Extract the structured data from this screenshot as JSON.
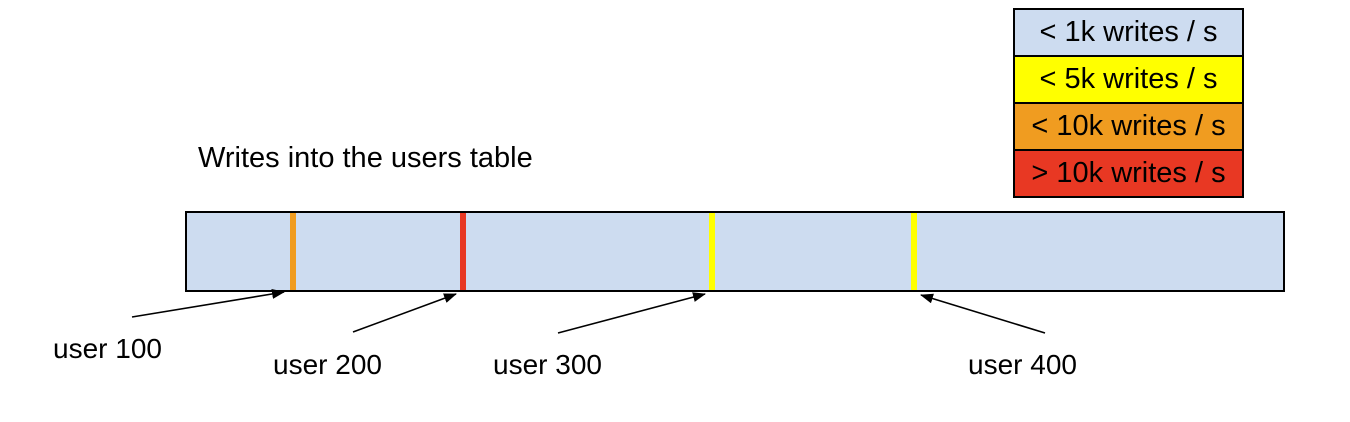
{
  "title": "Writes into the users table",
  "colors": {
    "background": "#FFFFFF",
    "outline": "#000000",
    "bar_fill": "#CDDCF0",
    "lt_1k": "#CDDCF0",
    "lt_5k": "#FFFF00",
    "lt_10k": "#F09C20",
    "gt_10k": "#E83823"
  },
  "legend": {
    "items": [
      {
        "label": "< 1k writes / s",
        "color": "#CDDCF0"
      },
      {
        "label": "< 5k writes / s",
        "color": "#FFFF00"
      },
      {
        "label": "< 10k writes / s",
        "color": "#F09C20"
      },
      {
        "label": "> 10k writes / s",
        "color": "#E83823"
      }
    ]
  },
  "markers": [
    {
      "label": "user 100",
      "color": "#F09C20"
    },
    {
      "label": "user 200",
      "color": "#E83823"
    },
    {
      "label": "user 300",
      "color": "#FFFF00"
    },
    {
      "label": "user 400",
      "color": "#FFFF00"
    }
  ]
}
